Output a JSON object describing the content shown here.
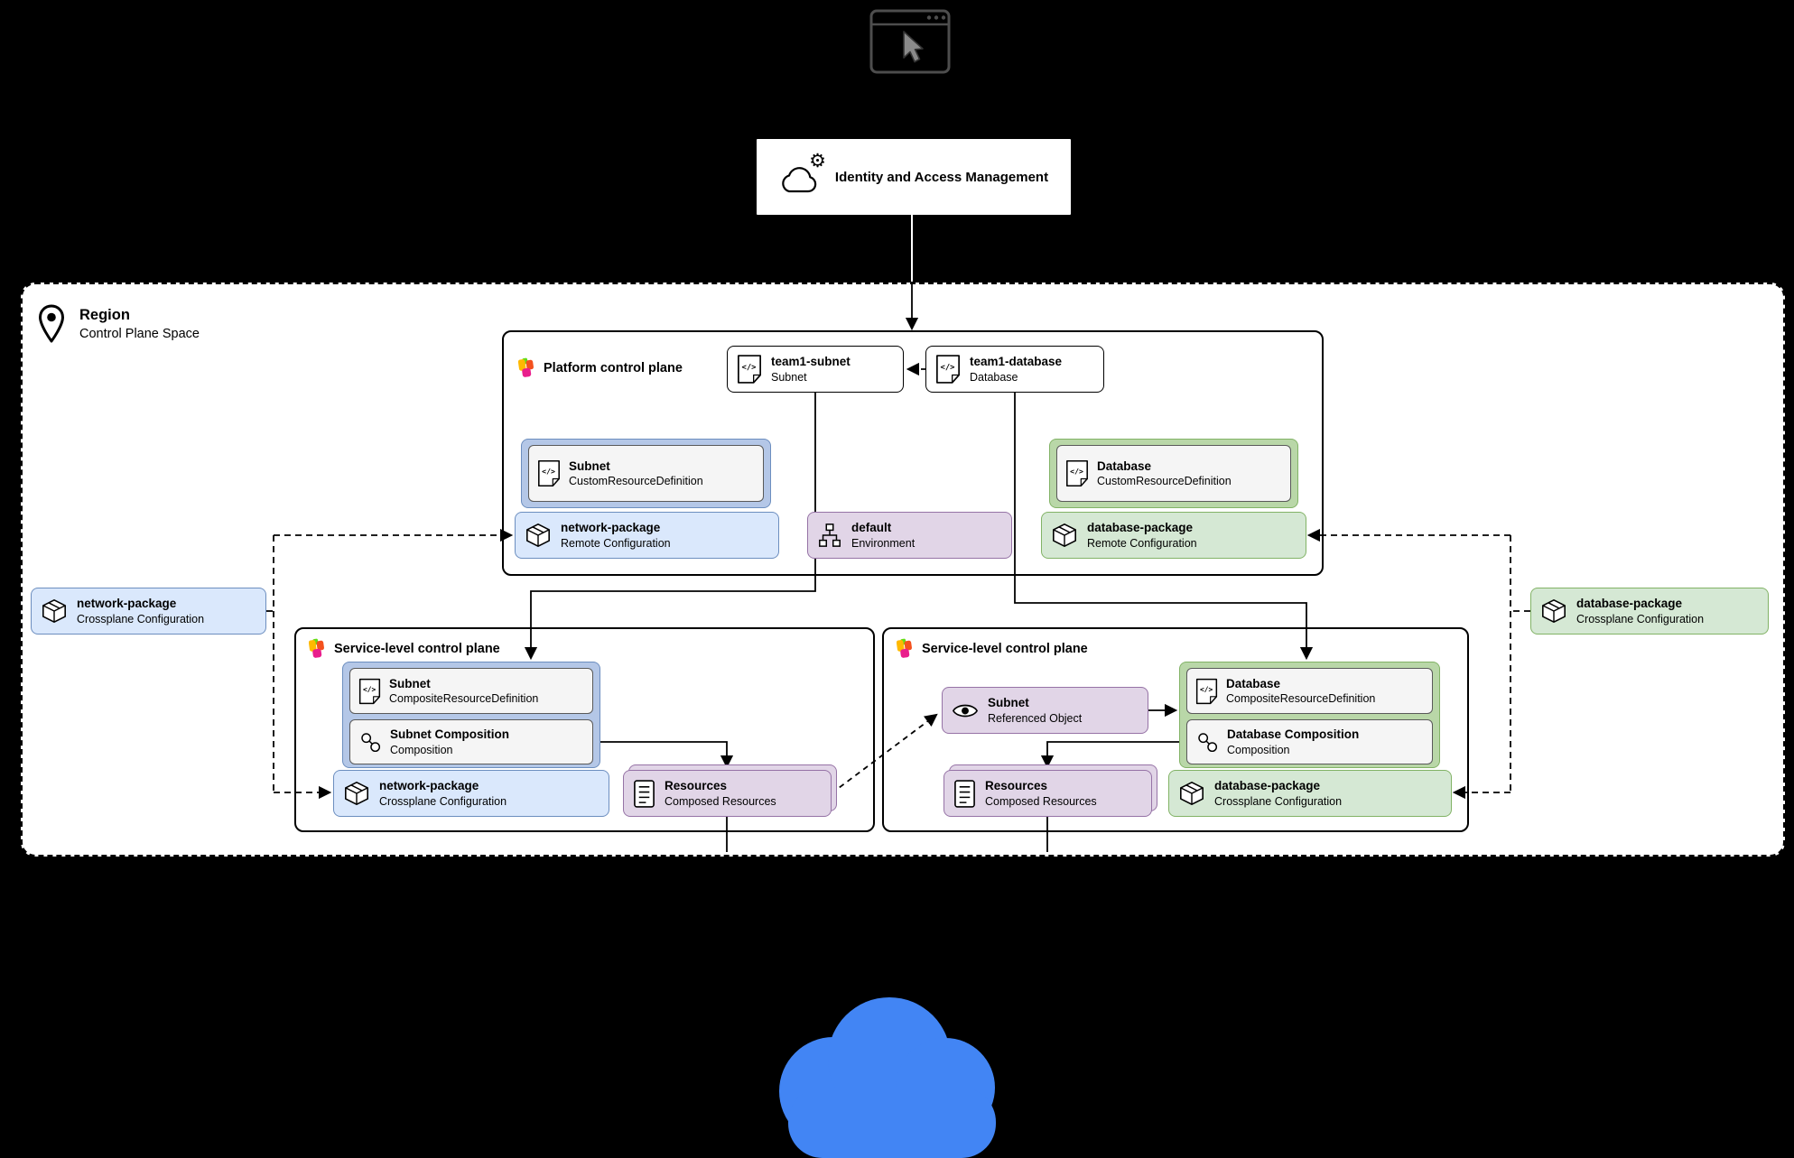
{
  "colors": {
    "canvas_bg": "#000000",
    "blue_fill": "#dae8fc",
    "blue_stroke": "#6c8ebf",
    "blue_group": "#b4c7e7",
    "green_fill": "#d5e8d4",
    "green_stroke": "#82b366",
    "green_group": "#b9d7a8",
    "purple_fill": "#e1d5e7",
    "purple_stroke": "#9673a6",
    "cloud_blue": "#4285f4"
  },
  "iam": {
    "label": "Identity and Access Management"
  },
  "region": {
    "title": "Region",
    "subtitle": "Control Plane Space"
  },
  "platform": {
    "title": "Platform control plane",
    "team1_subnet": {
      "title": "team1-subnet",
      "subtitle": "Subnet"
    },
    "team1_database": {
      "title": "team1-database",
      "subtitle": "Database"
    },
    "subnet_crd": {
      "title": "Subnet",
      "subtitle": "CustomResourceDefinition"
    },
    "network_package": {
      "title": "network-package",
      "subtitle": "Remote Configuration"
    },
    "default_env": {
      "title": "default",
      "subtitle": "Environment"
    },
    "database_crd": {
      "title": "Database",
      "subtitle": "CustomResourceDefinition"
    },
    "database_package": {
      "title": "database-package",
      "subtitle": "Remote Configuration"
    }
  },
  "network_config": {
    "title": "network-package",
    "subtitle": "Crossplane Configuration"
  },
  "database_config": {
    "title": "database-package",
    "subtitle": "Crossplane Configuration"
  },
  "service_left": {
    "title": "Service-level control plane",
    "xrd": {
      "title": "Subnet",
      "subtitle": "CompositeResourceDefinition"
    },
    "composition": {
      "title": "Subnet Composition",
      "subtitle": "Composition"
    },
    "package": {
      "title": "network-package",
      "subtitle": "Crossplane Configuration"
    },
    "resources": {
      "title": "Resources",
      "subtitle": "Composed Resources"
    }
  },
  "service_right": {
    "title": "Service-level control plane",
    "referenced": {
      "title": "Subnet",
      "subtitle": "Referenced Object"
    },
    "xrd": {
      "title": "Database",
      "subtitle": "CompositeResourceDefinition"
    },
    "composition": {
      "title": "Database Composition",
      "subtitle": "Composition"
    },
    "resources": {
      "title": "Resources",
      "subtitle": "Composed Resources"
    },
    "package": {
      "title": "database-package",
      "subtitle": "Crossplane Configuration"
    }
  }
}
